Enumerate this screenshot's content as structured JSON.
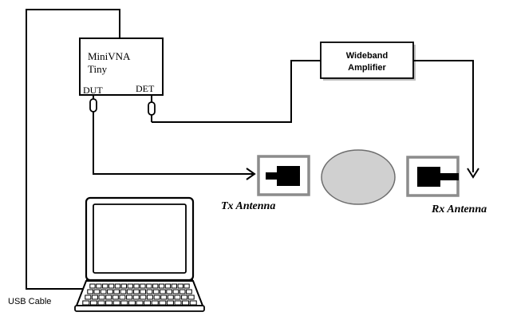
{
  "device": {
    "line1": "MiniVNA",
    "line2": "Tiny",
    "port_left": "DUT",
    "port_right": "DET"
  },
  "amplifier": {
    "line1": "Wideband",
    "line2": "Amplifier"
  },
  "tx_label": "Tx Antenna",
  "rx_label": "Rx Antenna",
  "usb_label": "USB Cable",
  "colors": {
    "line": "#000000",
    "box_border": "#8c8c8c",
    "ellipse_fill": "#d0d0d0",
    "ellipse_stroke": "#6e6e6e"
  }
}
